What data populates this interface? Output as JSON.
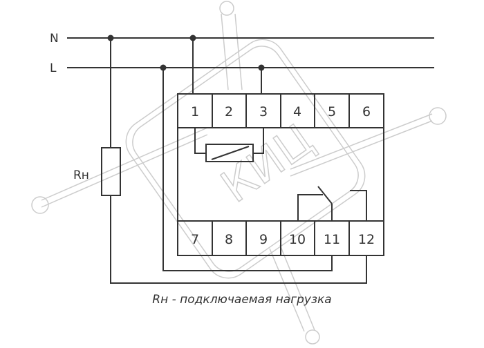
{
  "lines": {
    "neutral": "N",
    "live": "L"
  },
  "load_label": "Rн",
  "caption": "Rн - подключаемая нагрузка",
  "watermark_text": "КИЦ",
  "terminals_top": [
    "1",
    "2",
    "3",
    "4",
    "5",
    "6"
  ],
  "terminals_bottom": [
    "7",
    "8",
    "9",
    "10",
    "11",
    "12"
  ],
  "colors": {
    "wire": "#333333",
    "watermark": "#cccccc",
    "background": "#ffffff"
  }
}
